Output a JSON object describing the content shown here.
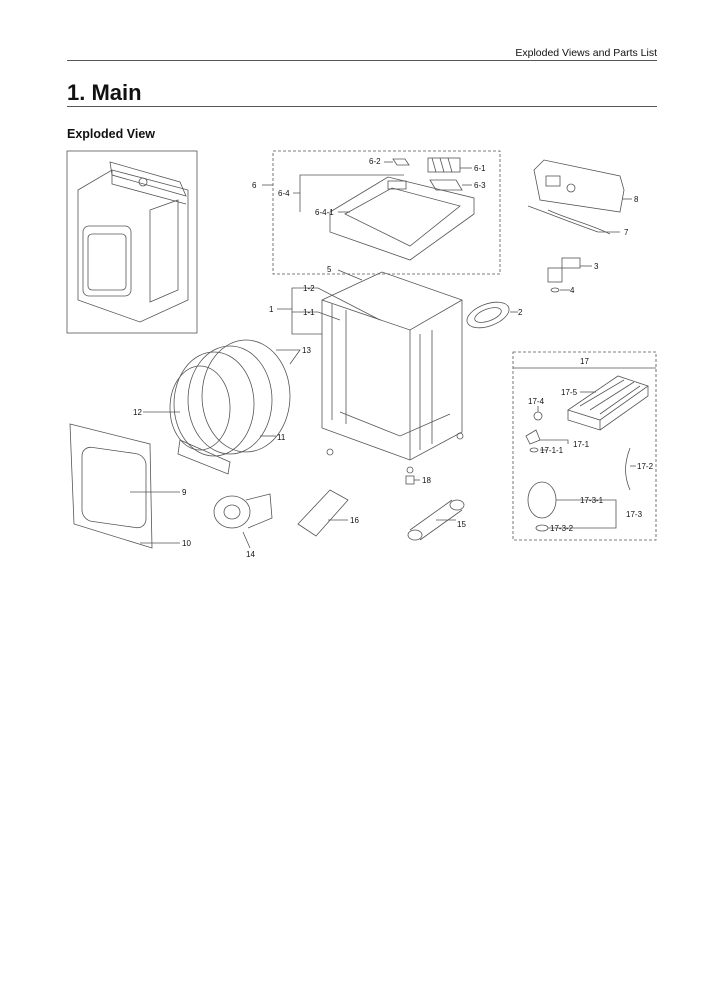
{
  "header": {
    "section": "Exploded Views and Parts List"
  },
  "page_title": "1.  Main",
  "subtitle": "Exploded View",
  "callouts": {
    "c6": "6",
    "c6_2": "6-2",
    "c6_1": "6-1",
    "c6_3": "6-3",
    "c6_4": "6-4",
    "c6_4_1": "6-4-1",
    "c8": "8",
    "c7": "7",
    "c3": "3",
    "c4": "4",
    "c2": "2",
    "c5": "5",
    "c1": "1",
    "c1_2": "1-2",
    "c1_1": "1-1",
    "c13": "13",
    "c12": "12",
    "c11": "11",
    "c9": "9",
    "c10": "10",
    "c14": "14",
    "c16": "16",
    "c15": "15",
    "c18": "18",
    "c17": "17",
    "c17_4": "17-4",
    "c17_5": "17-5",
    "c17_1": "17-1",
    "c17_1_1": "17-1-1",
    "c17_2": "17-2",
    "c17_3": "17-3",
    "c17_3_1": "17-3-1",
    "c17_3_2": "17-3-2"
  }
}
